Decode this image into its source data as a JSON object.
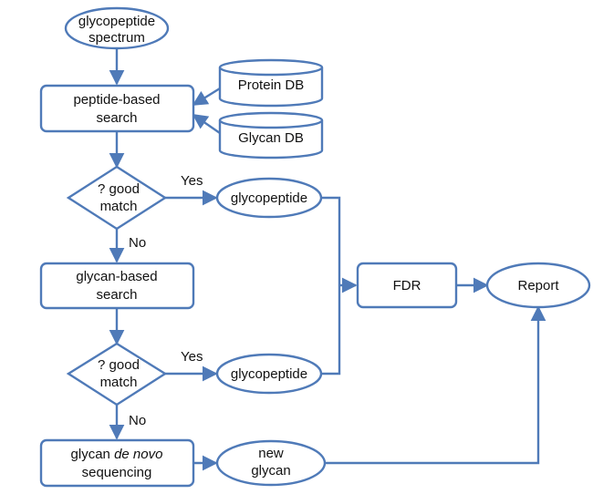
{
  "colors": {
    "stroke": "#4f7ab8",
    "fill": "#ffffff",
    "text": "#111111"
  },
  "nodes": {
    "start_line1": "glycopeptide",
    "start_line2": "spectrum",
    "peptide_search_line1": "peptide-based",
    "peptide_search_line2": "search",
    "protein_db": "Protein DB",
    "glycan_db": "Glycan DB",
    "decision1_line1": "? good",
    "decision1_line2": "match",
    "glycopeptide1": "glycopeptide",
    "glycan_search_line1": "glycan-based",
    "glycan_search_line2": "search",
    "fdr": "FDR",
    "report": "Report",
    "decision2_line1": "? good",
    "decision2_line2": "match",
    "glycopeptide2": "glycopeptide",
    "denovo_prefix": "glycan ",
    "denovo_italic": "de novo",
    "denovo_line2": "sequencing",
    "new_glycan_line1": "new",
    "new_glycan_line2": "glycan"
  },
  "edges": {
    "yes1": "Yes",
    "no1": "No",
    "yes2": "Yes",
    "no2": "No"
  }
}
